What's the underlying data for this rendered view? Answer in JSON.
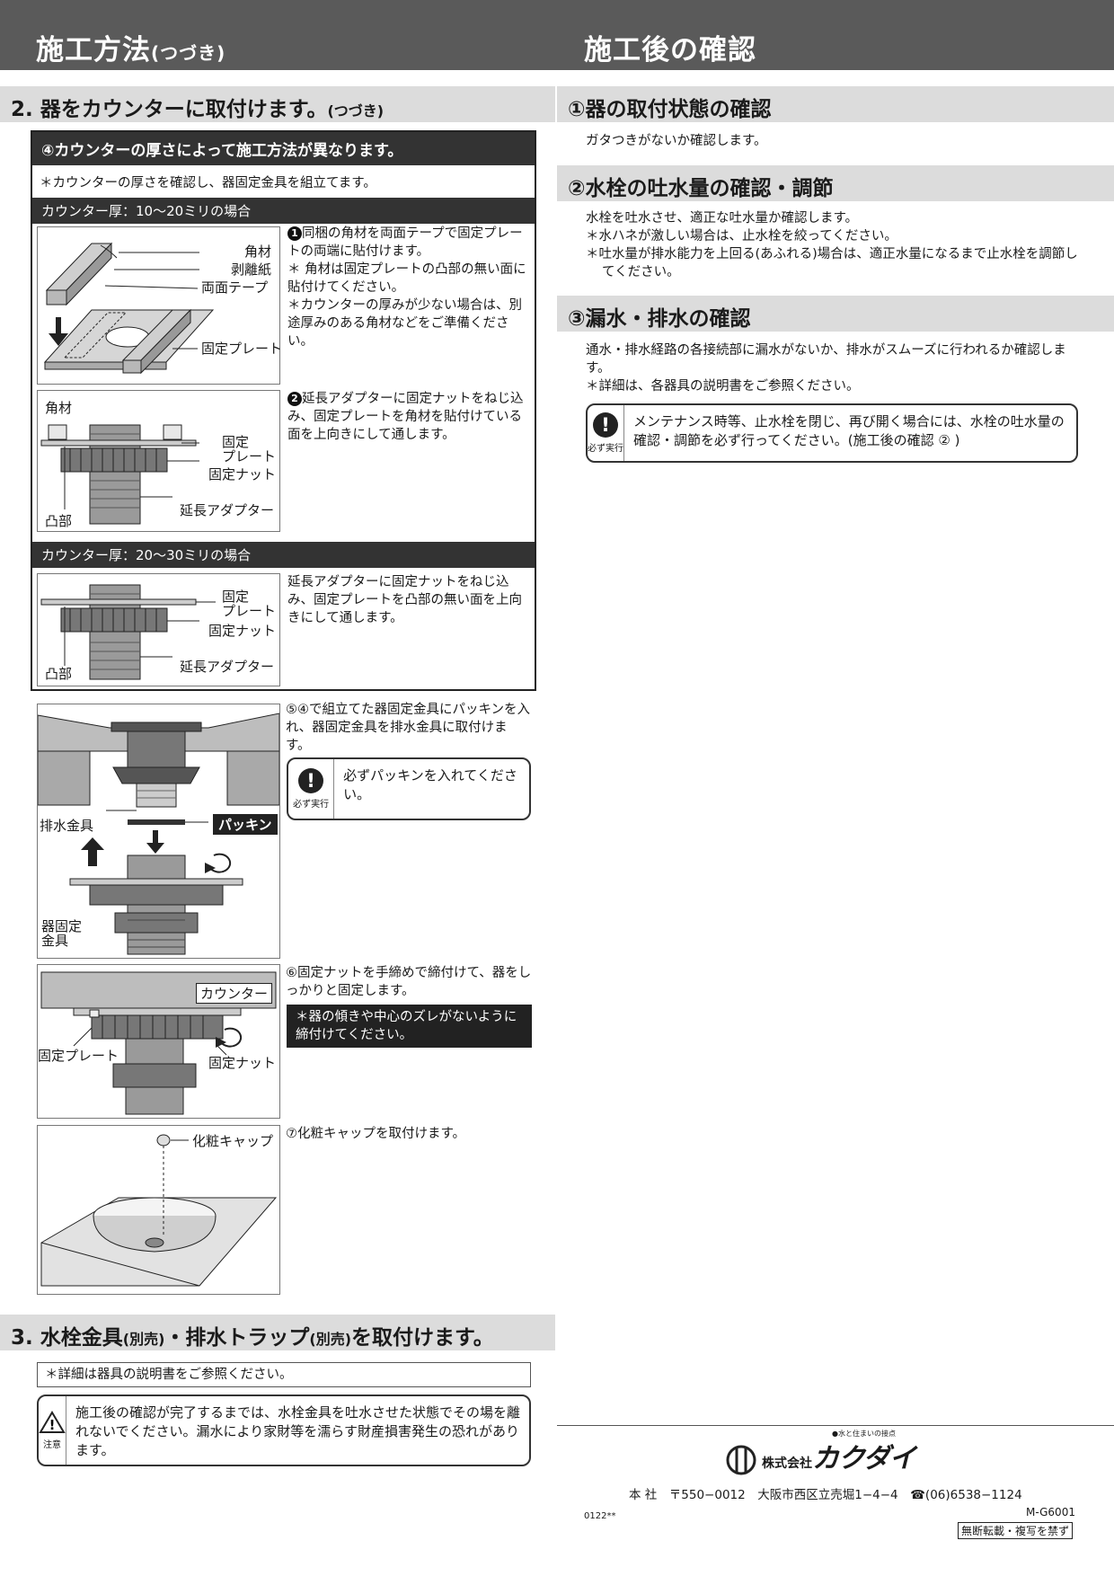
{
  "header": {
    "left_title": "施工方法",
    "left_title_small": "(つづき)",
    "right_title": "施工後の確認"
  },
  "left": {
    "section2": {
      "title": "2. 器をカウンターに取付けます。",
      "suffix": "(つづき)"
    },
    "step4": {
      "title": "④カウンターの厚さによって施工方法が異なります。",
      "note": "＊カウンターの厚さを確認し、器固定金具を組立てます。",
      "case1": {
        "bar": "カウンター厚：10〜20ミリの場合",
        "fig1_labels": [
          "角材",
          "剥離紙",
          "両面テープ",
          "固定プレート"
        ],
        "text1_line1": "同梱の角材を両面テープで固定プレートの両端に貼付けます。",
        "text1_note1": "＊ 角材は固定プレートの凸部の無い面に貼付けてください。",
        "text1_note2": "＊カウンターの厚みが少ない場合は、別途厚みのある角材などをご準備ください。",
        "fig2_labels": [
          "角材",
          "固定",
          "プレート",
          "固定ナット",
          "延長アダプター",
          "凸部"
        ],
        "text2": "延長アダプターに固定ナットをねじ込み、固定プレートを角材を貼付けている面を上向きにして通します。"
      },
      "case2": {
        "bar": "カウンター厚：20〜30ミリの場合",
        "fig_labels": [
          "固定",
          "プレート",
          "固定ナット",
          "延長アダプター",
          "凸部"
        ],
        "text": "延長アダプターに固定ナットをねじ込み、固定プレートを凸部の無い面を上向きにして通します。"
      }
    },
    "step5": {
      "text": "⑤④で組立てた器固定金具にパッキンを入れ、器固定金具を排水金具に取付けます。",
      "warn_icon": "!",
      "warn_caption": "必ず実行",
      "warn_text": "必ずパッキンを入れてください。",
      "fig_labels": [
        "排水金具",
        "パッキン",
        "器固定",
        "金具"
      ]
    },
    "step6": {
      "text": "⑥固定ナットを手締めで締付けて、器をしっかりと固定します。",
      "note": "＊器の傾きや中心のズレがないように締付けてください。",
      "fig_labels": [
        "カウンター",
        "固定プレート",
        "固定ナット"
      ]
    },
    "step7": {
      "text": "⑦化粧キャップを取付けます。",
      "fig_label": "化粧キャップ"
    },
    "section3": {
      "t1": "3. 水栓金具",
      "s1": "(別売)",
      "t2": "・排水トラップ",
      "s2": "(別売)",
      "t3": "を取付けます。",
      "note": "＊詳細は器具の説明書をご参照ください。",
      "caution_icon": "!",
      "caution_caption": "注意",
      "caution_text": "施工後の確認が完了するまでは、水栓金具を吐水させた状態でその場を離れないでください。漏水により家財等を濡らす財産損害発生の恐れがあります。"
    }
  },
  "right": {
    "c1": {
      "title": "①器の取付状態の確認",
      "text": "ガタつきがないか確認します。"
    },
    "c2": {
      "title": "②水栓の吐水量の確認・調節",
      "text": "水栓を吐水させ、適正な吐水量か確認します。",
      "note1": "＊水ハネが激しい場合は、止水栓を絞ってください。",
      "note2": "＊吐水量が排水能力を上回る(あふれる)場合は、適正水量になるまで止水栓を調節してください。"
    },
    "c3": {
      "title": "③漏水・排水の確認",
      "text": "通水・排水経路の各接続部に漏水がないか、排水がスムーズに行われるか確認します。",
      "note": "＊詳細は、各器具の説明書をご参照ください。",
      "warn_icon": "!",
      "warn_caption": "必ず実行",
      "warn_text": "メンテナンス時等、止水栓を閉じ、再び開く場合には、水栓の吐水量の確認・調節を必ず行ってください。(施工後の確認 ② )"
    }
  },
  "footer": {
    "tagline": "●水と住まいの接点",
    "company_prefix": "株式会社",
    "company": "カクダイ",
    "address": "本 社　〒550−0012　大阪市西区立売堀1−4−4　☎(06)6538−1124",
    "code": "0122**",
    "model": "M-G6001",
    "copyright": "無断転載・複写を禁ず"
  }
}
